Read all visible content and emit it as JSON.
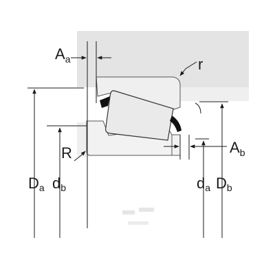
{
  "diagram": {
    "labels": {
      "Aa": {
        "main": "A",
        "sub": "a"
      },
      "Ab": {
        "main": "A",
        "sub": "b"
      },
      "r": {
        "main": "r"
      },
      "R": {
        "main": "R"
      },
      "Da": {
        "main": "D",
        "sub": "a"
      },
      "db": {
        "main": "d",
        "sub": "b"
      },
      "da": {
        "main": "d",
        "sub": "a"
      },
      "Db": {
        "main": "D",
        "sub": "b"
      }
    }
  }
}
